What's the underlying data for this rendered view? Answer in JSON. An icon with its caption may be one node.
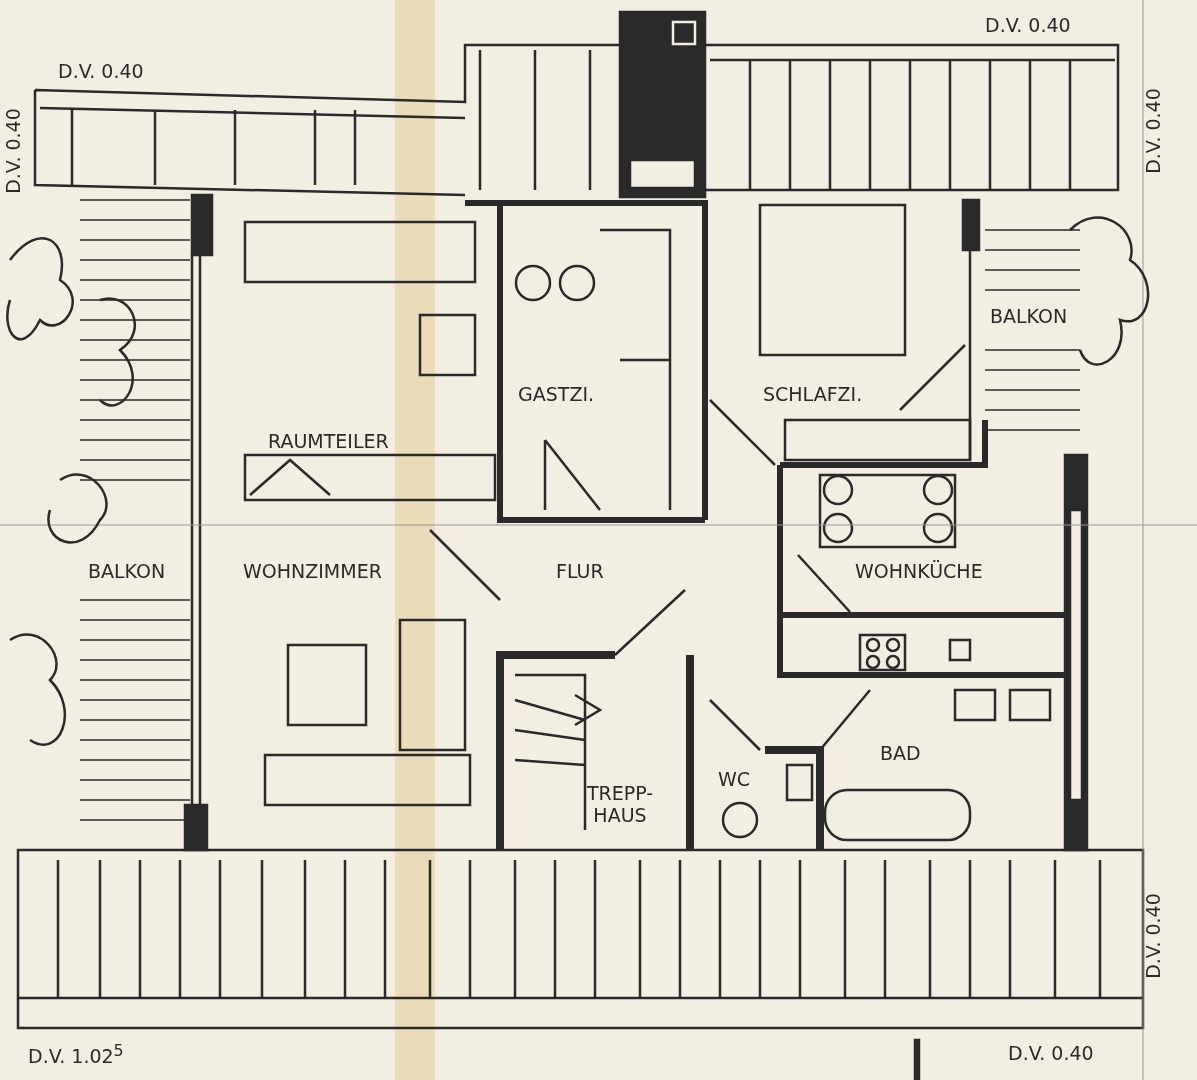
{
  "diagram": {
    "labels": [
      "D.V. 0.40",
      "D.V. 0.40",
      "D.V. 0.40",
      "D.V. 0.40",
      "BALKON",
      "GASTZI.",
      "SCHLAFZI.",
      "RAUMTEILER",
      "BALKON",
      "WOHNZIMMER",
      "FLUR",
      "WOHNKÜCHE",
      "BAD",
      "WC",
      "TREPP- HAUS",
      "D.V. 0.40",
      "D.V. 1.02$^{5}$",
      "D.V. 0.40"
    ]
  }
}
